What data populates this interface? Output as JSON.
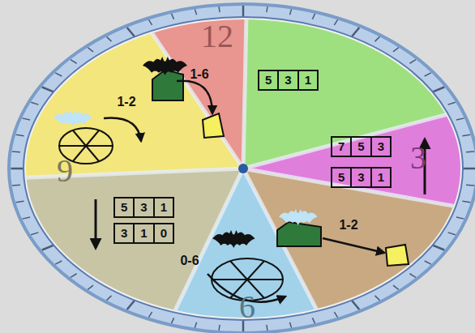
{
  "diagram": {
    "nodes": [
      {
        "text": [
          "5",
          "3",
          "1"
        ]
      },
      {
        "text": [
          "7",
          "5",
          "3"
        ]
      },
      {
        "text": [
          "5",
          "3",
          "1"
        ]
      },
      {
        "text": [
          "5",
          "3",
          "1"
        ]
      },
      {
        "text": [
          "3",
          "1",
          "0"
        ]
      }
    ],
    "labels": [
      "12",
      "1-6",
      "1-2",
      "3",
      "9",
      "1-2",
      "0-6",
      "6"
    ]
  }
}
